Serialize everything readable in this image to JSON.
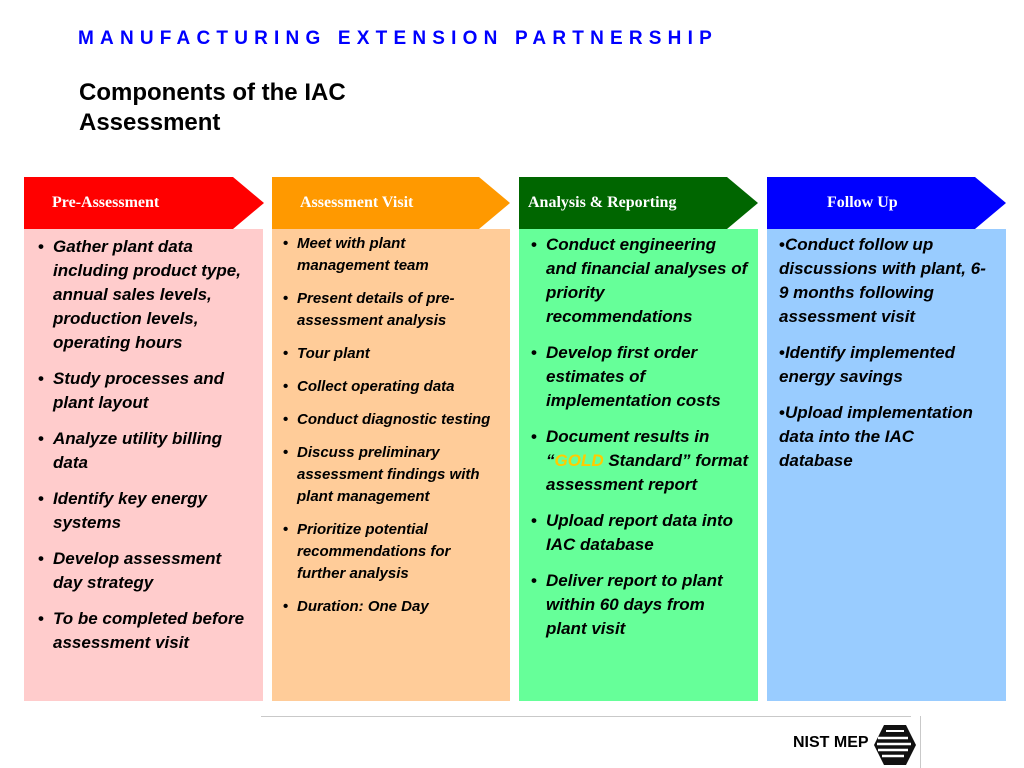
{
  "banner": "MANUFACTURING EXTENSION PARTNERSHIP",
  "title_line1": "Components of the IAC",
  "title_line2": "Assessment",
  "colors": {
    "banner": "#0000ff",
    "col1_header": "#ff0000",
    "col1_body": "#ffcccc",
    "col2_header": "#ff9900",
    "col2_body": "#ffcc99",
    "col3_header": "#006600",
    "col3_body": "#66ff99",
    "col4_header": "#0000ff",
    "col4_body": "#99ccff",
    "gold_text": "#ffcc00"
  },
  "columns": [
    {
      "header": "Pre-Assessment",
      "items": [
        "Gather plant data including product type, annual sales levels, production levels, operating hours",
        "Study processes and plant layout",
        "Analyze utility billing data",
        "Identify key energy systems",
        "Develop assessment day strategy",
        "To be completed before assessment visit"
      ]
    },
    {
      "header": "Assessment Visit",
      "items": [
        "Meet with plant management team",
        "Present details of pre-assessment analysis",
        "Tour plant",
        "Collect operating data",
        "Conduct diagnostic testing",
        "Discuss preliminary assessment findings with plant management",
        "Prioritize potential recommendations for further analysis",
        "Duration: One Day"
      ]
    },
    {
      "header": "Analysis & Reporting",
      "items": [
        "Conduct engineering and financial analyses of priority recommendations",
        "Develop first order estimates of implementation costs",
        "Document results in",
        "Upload report data into IAC database",
        "Deliver report to plant within 60 days from plant visit"
      ],
      "item3_open_quote": "“",
      "item3_gold": "GOLD",
      "item3_rest": " Standard” format assessment report"
    },
    {
      "header": "Follow Up",
      "items": [
        "Conduct follow up discussions with plant, 6-9 months following assessment visit",
        "Identify implemented energy savings",
        "Upload implementation data into the IAC database"
      ]
    }
  ],
  "logo": {
    "text": "NIST MEP",
    "icon": "nist-mep-logo-icon"
  }
}
